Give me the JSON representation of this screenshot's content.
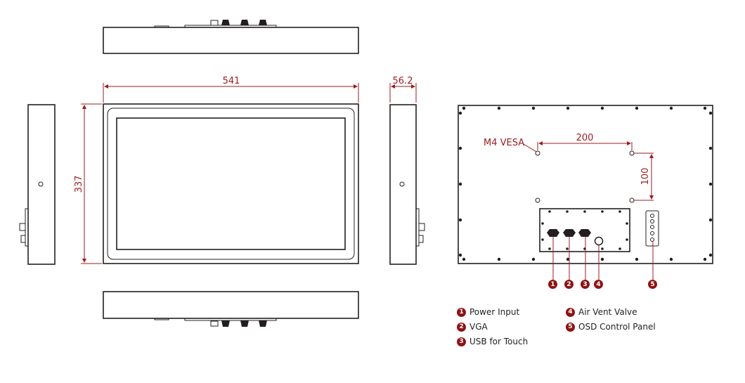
{
  "dimensions": {
    "width": "541",
    "height": "337",
    "depth": "56.2",
    "vesa_horizontal": "200",
    "vesa_vertical": "100"
  },
  "vesa_label": "M4 VESA",
  "callouts": [
    "1",
    "2",
    "3",
    "4",
    "5"
  ],
  "legend": [
    {
      "num": "1",
      "label": "Power Input"
    },
    {
      "num": "2",
      "label": "VGA"
    },
    {
      "num": "3",
      "label": "USB for Touch"
    },
    {
      "num": "4",
      "label": "Air Vent Valve"
    },
    {
      "num": "5",
      "label": "OSD Control Panel"
    }
  ],
  "colors": {
    "accent": "#9b1c1c",
    "line": "#231f20"
  }
}
